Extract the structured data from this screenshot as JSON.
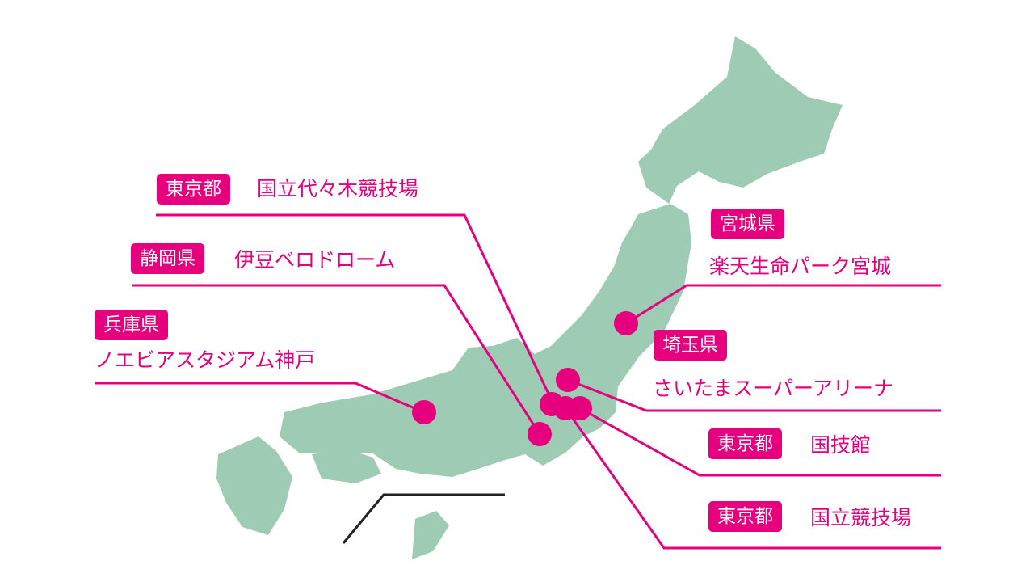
{
  "colors": {
    "accent": "#e6007e",
    "land": "#9dcbb4",
    "divider": "#222222"
  },
  "venues": [
    {
      "prefecture": "東京都",
      "name": "国立代々木競技場"
    },
    {
      "prefecture": "静岡県",
      "name": "伊豆ベロドローム"
    },
    {
      "prefecture": "兵庫県",
      "name": "ノエビアスタジアム神戸"
    },
    {
      "prefecture": "宮城県",
      "name": "楽天生命パーク宮城"
    },
    {
      "prefecture": "埼玉県",
      "name": "さいたまスーパーアリーナ"
    },
    {
      "prefecture": "東京都",
      "name": "国技館"
    },
    {
      "prefecture": "東京都",
      "name": "国立競技場"
    }
  ]
}
